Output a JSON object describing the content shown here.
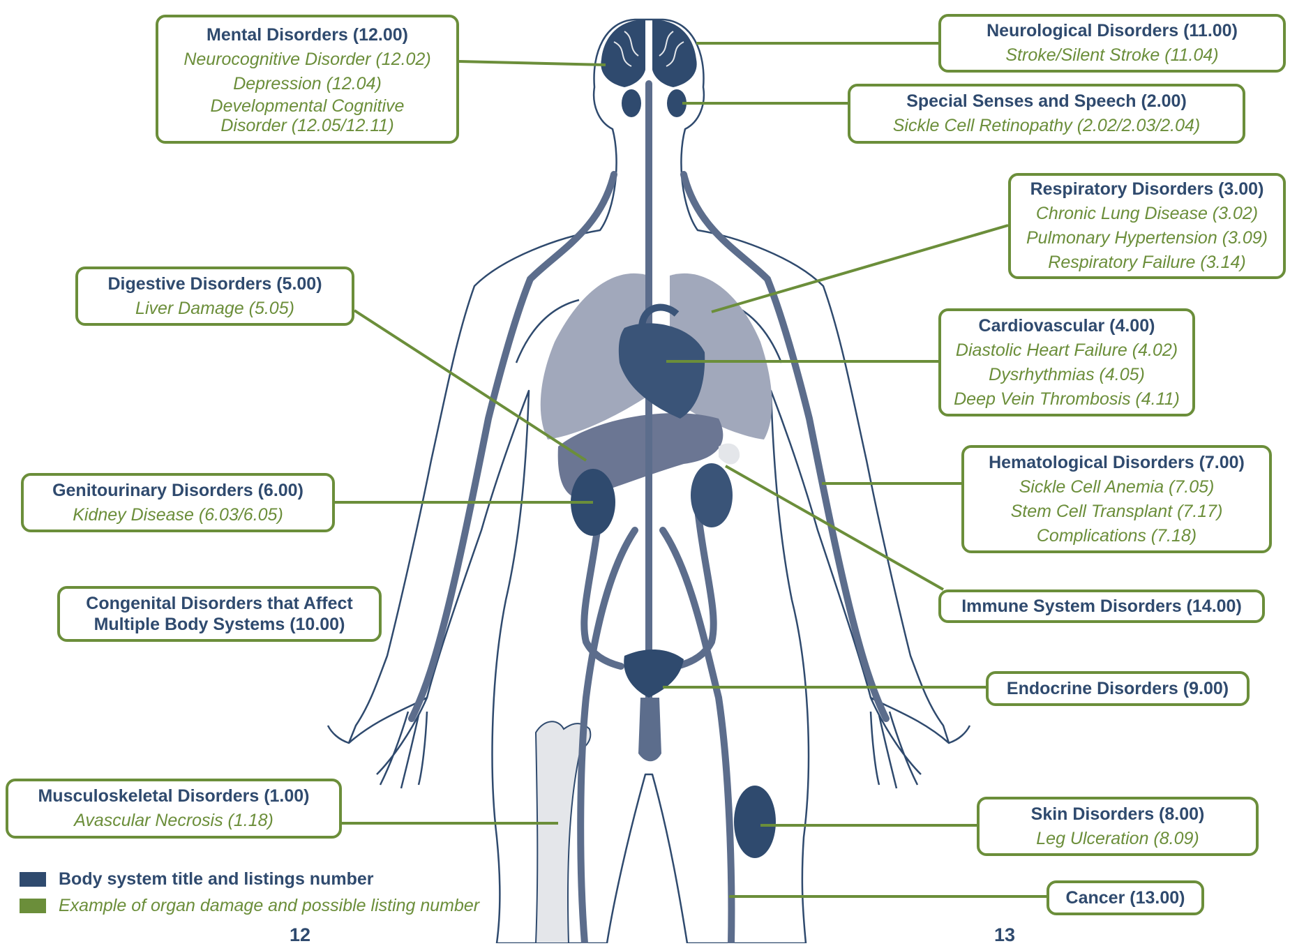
{
  "colors": {
    "navy": "#2f4a6e",
    "green": "#6b8e3a",
    "vessel": "#5c6d8c",
    "lung": "#a1a8bb",
    "liver": "#6b7693",
    "bone": "#e4e6ea"
  },
  "boxes": [
    {
      "id": "mental",
      "title": "Mental Disorders (12.00)",
      "examples": [
        "Neurocognitive Disorder (12.02)",
        "Depression (12.04)",
        "Developmental Cognitive",
        "Disorder (12.05/12.11)"
      ]
    },
    {
      "id": "neuro",
      "title": "Neurological Disorders (11.00)",
      "examples": [
        "Stroke/Silent Stroke (11.04)"
      ]
    },
    {
      "id": "senses",
      "title": "Special Senses and Speech (2.00)",
      "examples": [
        "Sickle Cell Retinopathy (2.02/2.03/2.04)"
      ]
    },
    {
      "id": "resp",
      "title": "Respiratory Disorders (3.00)",
      "examples": [
        "Chronic Lung Disease (3.02)",
        "Pulmonary Hypertension (3.09)",
        "Respiratory Failure (3.14)"
      ]
    },
    {
      "id": "digest",
      "title": "Digestive Disorders (5.00)",
      "examples": [
        "Liver Damage (5.05)"
      ]
    },
    {
      "id": "cardio",
      "title": "Cardiovascular (4.00)",
      "examples": [
        "Diastolic Heart Failure (4.02)",
        "Dysrhythmias (4.05)",
        "Deep Vein Thrombosis (4.11)"
      ]
    },
    {
      "id": "hema",
      "title": "Hematological Disorders (7.00)",
      "examples": [
        "Sickle Cell Anemia (7.05)",
        "Stem Cell Transplant (7.17)",
        "Complications (7.18)"
      ]
    },
    {
      "id": "genito",
      "title": "Genitourinary Disorders (6.00)",
      "examples": [
        "Kidney Disease (6.03/6.05)"
      ]
    },
    {
      "id": "immune",
      "title": "Immune System Disorders (14.00)",
      "examples": []
    },
    {
      "id": "congen",
      "title": "Congenital Disorders that Affect Multiple Body Systems (10.00)",
      "examples": []
    },
    {
      "id": "endo",
      "title": "Endocrine Disorders (9.00)",
      "examples": []
    },
    {
      "id": "musc",
      "title": "Musculoskeletal Disorders (1.00)",
      "examples": [
        "Avascular Necrosis (1.18)"
      ]
    },
    {
      "id": "skin",
      "title": "Skin Disorders (8.00)",
      "examples": [
        "Leg Ulceration (8.09)"
      ]
    },
    {
      "id": "cancer",
      "title": "Cancer (13.00)",
      "examples": []
    }
  ],
  "legend": {
    "title_label": "Body system title and listings number",
    "example_label": "Example of organ damage and possible listing number"
  },
  "pages": {
    "left": "12",
    "right": "13"
  }
}
